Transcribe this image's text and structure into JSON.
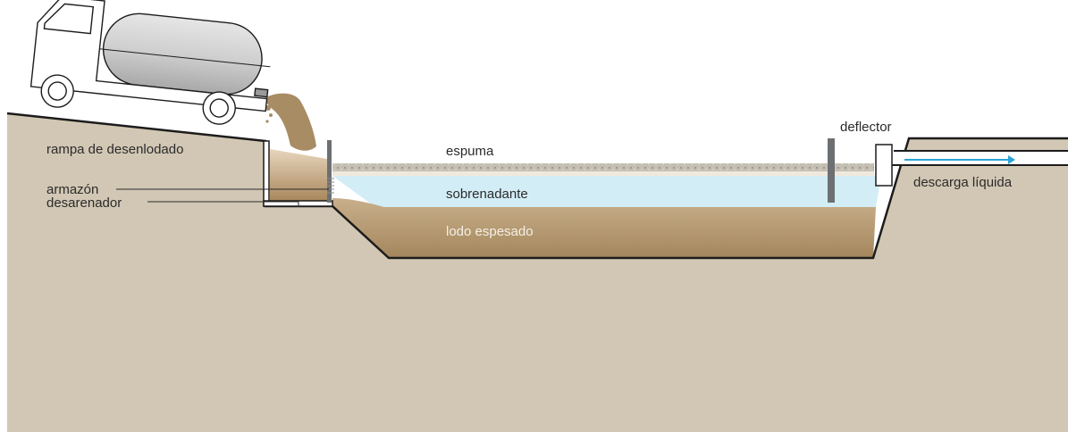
{
  "labels": {
    "ramp": "rampa de desenlodado",
    "frame": "armazón",
    "grit_chamber": "desarenador",
    "scum": "espuma",
    "supernatant": "sobrenadante",
    "thickened_sludge": "lodo espesado",
    "baffle": "deflector",
    "liquid_discharge": "descarga líquida"
  },
  "colors": {
    "ground": "#d2c7b4",
    "outline": "#1c1c1c",
    "sludge": "#a88c64",
    "supernatant": "#d3edf6",
    "scum": "#b9b4a8",
    "baffle": "#6d7072",
    "flow_arrow": "#2aa3d8",
    "truck_body": "#ffffff",
    "tank": "#c9c9c9"
  },
  "icons": {
    "truck": "vacuum-truck-icon",
    "arrow": "flow-arrow-icon"
  }
}
